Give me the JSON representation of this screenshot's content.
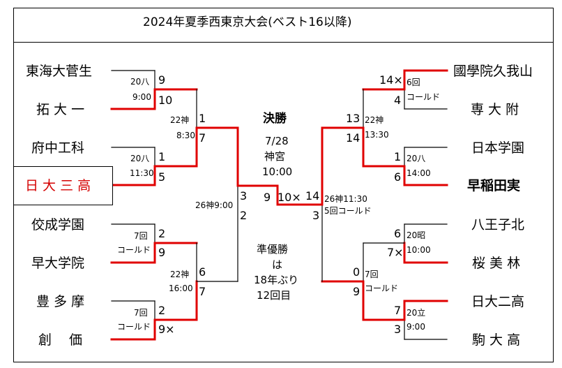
{
  "title": "2024年夏季西東京大会(ベスト16以降)",
  "colors": {
    "winner_line": "#e00000",
    "loser_line": "#000000",
    "highlight_team": "#d40000"
  },
  "left_teams": [
    "東海大菅生",
    "拓 大 一",
    "府中工科",
    "日 大 三 高",
    "佼成学園",
    "早大学院",
    "豊 多 摩",
    "創　 価"
  ],
  "right_teams": [
    "國學院久我山",
    "専 大 附",
    "日本学園",
    "早稲田実",
    "八王子北",
    "桜 美 林",
    "日大二高",
    "駒 大 高"
  ],
  "left_r1": [
    {
      "top": "9",
      "bottom": "10",
      "info": [
        "20八",
        "9:00"
      ]
    },
    {
      "top": "1",
      "bottom": "5",
      "info": [
        "20八",
        "11:30"
      ]
    },
    {
      "top": "2",
      "bottom": "9",
      "info": [
        "7回",
        "コールド"
      ]
    },
    {
      "top": "2",
      "bottom": "9×",
      "info": [
        "7回",
        "コールド"
      ]
    }
  ],
  "left_r2": [
    {
      "top": "1",
      "bottom": "7",
      "info": [
        "22神",
        "8:30"
      ]
    },
    {
      "top": "6",
      "bottom": "7",
      "info": [
        "22神",
        "16:00"
      ]
    }
  ],
  "left_semi": {
    "top": "3",
    "bottom": "2",
    "info": "26神9:00"
  },
  "right_r1": [
    {
      "top": "14×",
      "bottom": "4",
      "info": [
        "6回",
        "コールド"
      ]
    },
    {
      "top": "1",
      "bottom": "6",
      "info": [
        "20八",
        "14:00"
      ]
    },
    {
      "top": "6",
      "bottom": "7×",
      "info": [
        "20昭",
        "10:00"
      ]
    },
    {
      "top": "7",
      "bottom": "3",
      "info": [
        "20立",
        "9:00"
      ]
    }
  ],
  "right_r2": [
    {
      "top": "13",
      "bottom": "14",
      "info": [
        "22神",
        "13:30"
      ]
    },
    {
      "top": "0",
      "bottom": "9",
      "info": [
        "7回",
        "コールド"
      ]
    }
  ],
  "right_semi": {
    "top": "14",
    "bottom": "3",
    "info": [
      "26神11:30",
      "5回コールド"
    ]
  },
  "final": {
    "label": "決勝",
    "date": "7/28",
    "venue": "神宮",
    "time": "10:00",
    "left_score": "9",
    "right_score": "10×"
  },
  "runner_up_note": [
    "準優勝",
    "は",
    "18年ぶり",
    "12回目"
  ]
}
